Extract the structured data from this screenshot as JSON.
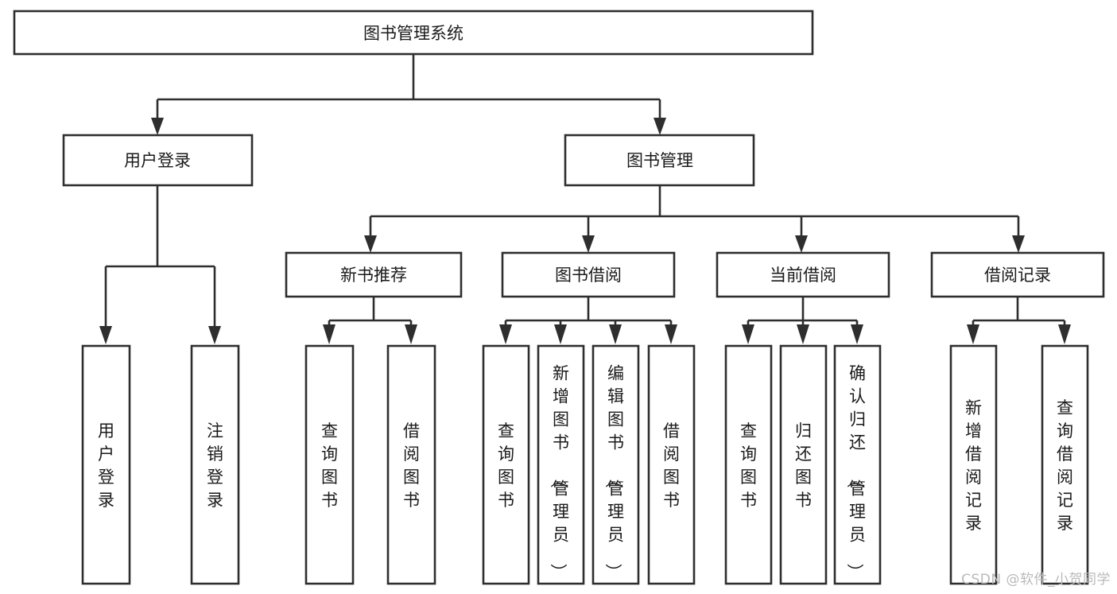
{
  "diagram": {
    "title": "图书管理系统",
    "type": "功能结构图",
    "watermark": "CSDN @软件_小贺同学",
    "colors": {
      "stroke": "#2e2e2e",
      "fill": "#ffffff",
      "text": "#1a1a1a",
      "background": "#ffffff",
      "watermark": "#b9b9b9"
    },
    "root": {
      "label": "图书管理系统"
    },
    "level2": [
      {
        "label": "用户登录"
      },
      {
        "label": "图书管理"
      }
    ],
    "level3": [
      {
        "label": "新书推荐"
      },
      {
        "label": "图书借阅"
      },
      {
        "label": "当前借阅"
      },
      {
        "label": "借阅记录"
      }
    ],
    "leaves": {
      "user_login": [
        {
          "label": "用户登录"
        },
        {
          "label": "注销登录"
        }
      ],
      "new_book_recommend": [
        {
          "label": "查询图书"
        },
        {
          "label": "借阅图书"
        }
      ],
      "book_borrow": [
        {
          "label": "查询图书"
        },
        {
          "label": "新增图书（管理员）"
        },
        {
          "label": "编辑图书（管理员）"
        },
        {
          "label": "借阅图书"
        }
      ],
      "current_borrow": [
        {
          "label": "查询图书"
        },
        {
          "label": "归还图书"
        },
        {
          "label": "确认归还（管理员）"
        }
      ],
      "borrow_record": [
        {
          "label": "新增借阅记录"
        },
        {
          "label": "查询借阅记录"
        }
      ]
    }
  }
}
